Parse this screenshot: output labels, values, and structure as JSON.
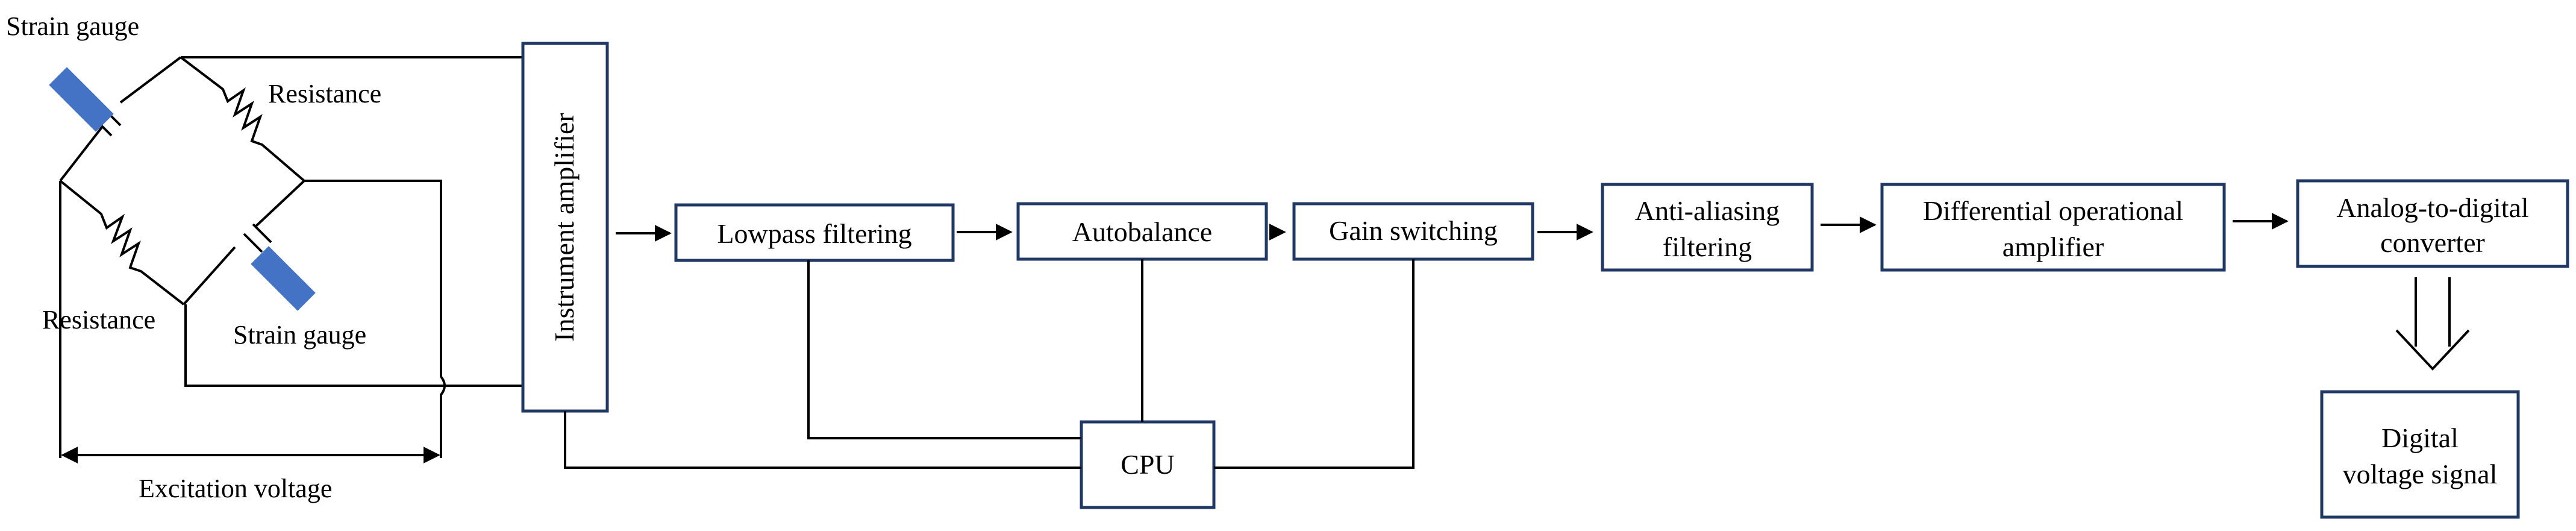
{
  "labels": {
    "strain_gauge_top": "Strain gauge",
    "resistance_top": "Resistance",
    "resistance_left": "Resistance",
    "strain_gauge_bottom": "Strain gauge",
    "excitation_voltage": "Excitation voltage"
  },
  "blocks": {
    "instrument_amplifier": "Instrument amplifier",
    "lowpass": "Lowpass filtering",
    "autobalance": "Autobalance",
    "gain_switching": "Gain switching",
    "anti_aliasing": [
      "Anti-aliasing",
      "filtering"
    ],
    "diff_opamp": [
      "Differential operational",
      "amplifier"
    ],
    "adc": [
      "Analog-to-digital",
      "converter"
    ],
    "cpu": "CPU",
    "digital_out": [
      "Digital",
      "voltage signal"
    ]
  },
  "colors": {
    "box_border": "#1f3864",
    "gauge_fill": "#4472c4",
    "line": "#000000"
  }
}
